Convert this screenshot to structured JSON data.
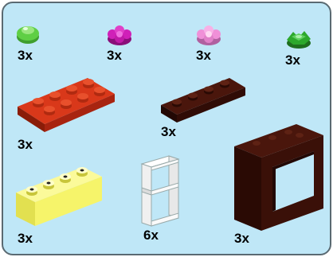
{
  "colors": {
    "background": "#bfe7f7",
    "border": "#5a6a72",
    "transparent_green": "#5fcf45",
    "magenta": "#d020b8",
    "pink": "#f090d8",
    "bright_green": "#2ca82c",
    "red": "#c42a0e",
    "dark_brown": "#3a1008",
    "yellow": "#f6f46a",
    "white": "#f8f8f8"
  },
  "parts": [
    {
      "name": "round-plate-transparent-green",
      "qty": "3x",
      "icon": "round-plate-icon"
    },
    {
      "name": "flower-magenta",
      "qty": "3x",
      "icon": "flower-icon"
    },
    {
      "name": "flower-pink",
      "qty": "3x",
      "icon": "flower-icon"
    },
    {
      "name": "leaf-plant-green",
      "qty": "3x",
      "icon": "plant-leaf-icon"
    },
    {
      "name": "plate-2x4-red",
      "qty": "3x",
      "icon": "plate-2x4-icon"
    },
    {
      "name": "plate-1x4-dark-brown",
      "qty": "3x",
      "icon": "plate-1x4-icon"
    },
    {
      "name": "brick-1x4-yellow",
      "qty": "3x",
      "icon": "brick-1x4-icon"
    },
    {
      "name": "window-white",
      "qty": "6x",
      "icon": "window-icon"
    },
    {
      "name": "frame-dark-brown",
      "qty": "3x",
      "icon": "frame-icon"
    }
  ]
}
